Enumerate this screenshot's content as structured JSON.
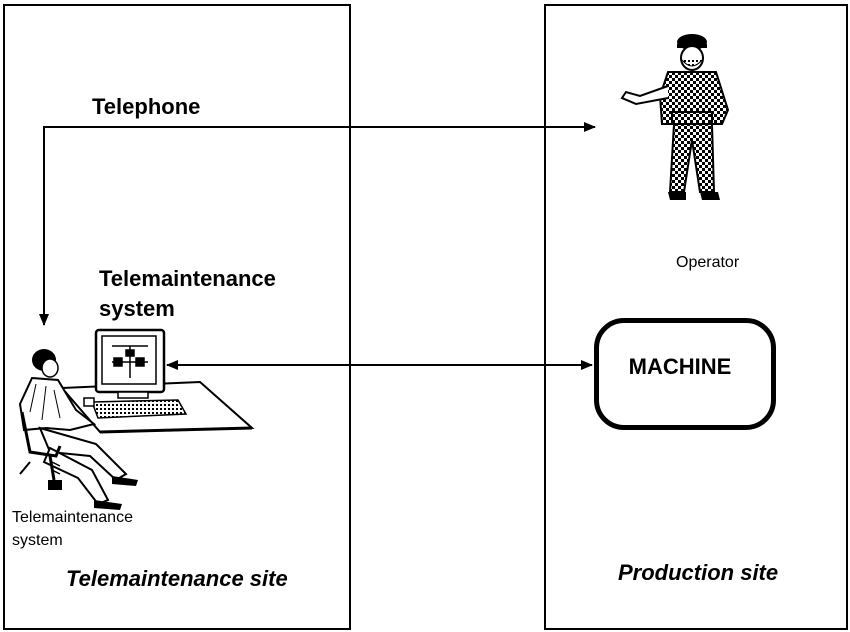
{
  "labels": {
    "telephone": "Telephone",
    "system": "Telemaintenance system",
    "operator": "Operator",
    "machine": "MACHINE",
    "tech_caption": "Telemaintenance system",
    "telemaintenance_site": "Telemaintenance site",
    "production_site": "Production site"
  },
  "colors": {
    "stroke": "#000000",
    "background": "#ffffff"
  }
}
